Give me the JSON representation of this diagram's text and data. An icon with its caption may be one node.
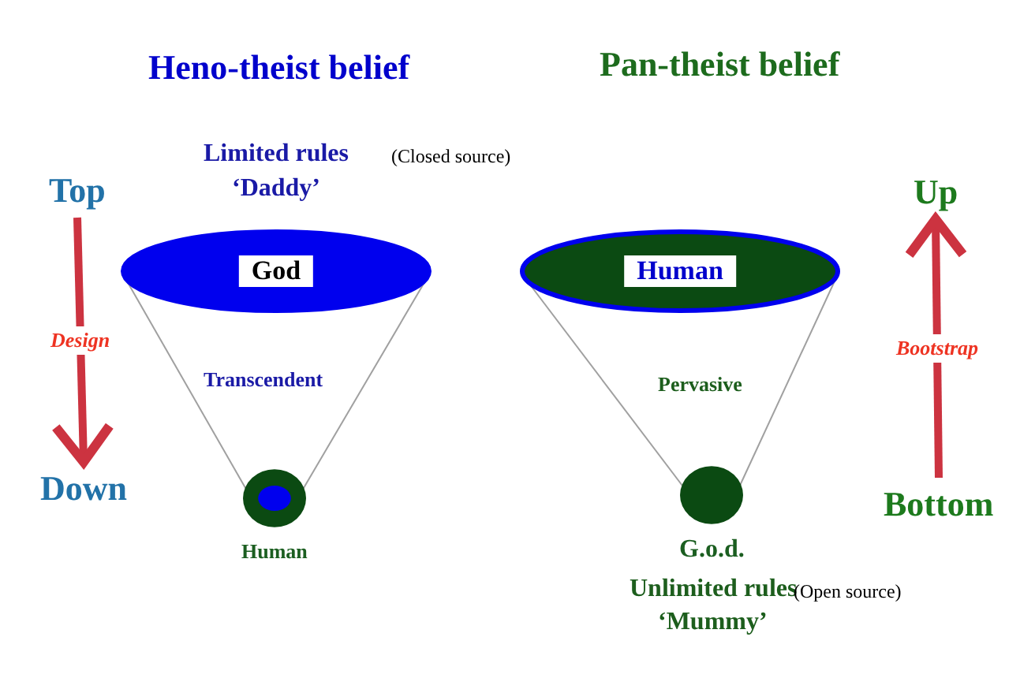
{
  "diagram": {
    "nodes": [
      {
        "text": [
          "Top"
        ]
      },
      {
        "text": [
          "Down"
        ]
      },
      {
        "text": [
          "God"
        ]
      },
      {
        "text": [],
        "shape": "circle",
        "beside": [
          "Human"
        ]
      },
      {
        "text": [
          "Human"
        ]
      },
      {
        "text": [],
        "shape": "circle",
        "beside": [
          "G.o.d."
        ]
      },
      {
        "text": [
          "Up"
        ]
      },
      {
        "text": [
          "Bottom"
        ]
      }
    ],
    "edges": [
      {
        "from": 0,
        "to": 1,
        "arrow": "to",
        "label": "Design",
        "style": "thick",
        "color": "#cc3340"
      },
      {
        "from": 2,
        "to": 3,
        "arrow": "none"
      },
      {
        "from": 2,
        "to": 3,
        "arrow": "none"
      },
      {
        "from": 4,
        "to": 5,
        "arrow": "none"
      },
      {
        "from": 4,
        "to": 5,
        "arrow": "none"
      },
      {
        "from": 7,
        "to": 6,
        "arrow": "to",
        "label": "Bootstrap",
        "style": "thick",
        "color": "#cc3340"
      }
    ],
    "labels": [
      "Heno-theist belief",
      "Pan-theist belief",
      "Limited rules",
      "(Closed source)",
      "‘Daddy’",
      "Transcendent",
      "Pervasive",
      "Unlimited rules",
      "(Open source)",
      "‘Mummy’"
    ]
  }
}
